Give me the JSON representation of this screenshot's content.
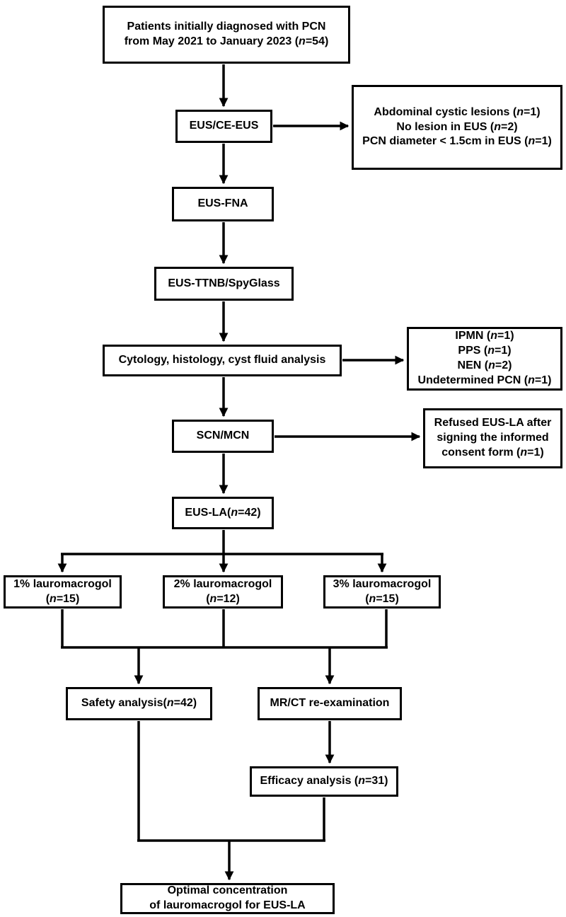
{
  "diagram": {
    "type": "flowchart",
    "colors": {
      "background": "#ffffff",
      "box_fill": "#ffffff",
      "box_border": "#000000",
      "text": "#000000",
      "line": "#000000"
    },
    "nodes": {
      "patients": {
        "lines": [
          "Patients initially diagnosed with PCN",
          "from May 2021 to January 2023 (n=54)"
        ]
      },
      "eus_ce_eus": {
        "lines": [
          "EUS/CE-EUS"
        ]
      },
      "excluded_eus": {
        "lines": [
          "Abdominal cystic lesions (n=1)",
          "No lesion in EUS (n=2)",
          "PCN diameter < 1.5cm in EUS (n=1)"
        ]
      },
      "eus_fna": {
        "lines": [
          "EUS-FNA"
        ]
      },
      "eus_ttnb": {
        "lines": [
          "EUS-TTNB/SpyGlass"
        ]
      },
      "cytology": {
        "lines": [
          "Cytology, histology, cyst fluid analysis"
        ]
      },
      "excluded_diagnosis": {
        "lines": [
          "IPMN (n=1)",
          "PPS (n=1)",
          "NEN (n=2)",
          "Undetermined PCN (n=1)"
        ]
      },
      "scn_mcn": {
        "lines": [
          "SCN/MCN"
        ]
      },
      "refused": {
        "lines": [
          "Refused EUS-LA after",
          "signing the informed",
          "consent form (n=1)"
        ]
      },
      "eus_la": {
        "lines": [
          "EUS-LA(n=42)"
        ]
      },
      "lauro_1pct": {
        "lines": [
          "1% lauromacrogol",
          "(n=15)"
        ]
      },
      "lauro_2pct": {
        "lines": [
          "2% lauromacrogol",
          "(n=12)"
        ]
      },
      "lauro_3pct": {
        "lines": [
          "3% lauromacrogol",
          "(n=15)"
        ]
      },
      "safety": {
        "lines": [
          "Safety analysis(n=42)"
        ]
      },
      "mrct": {
        "lines": [
          "MR/CT re-examination"
        ]
      },
      "efficacy": {
        "lines": [
          "Efficacy analysis (n=31)"
        ]
      },
      "optimal": {
        "lines": [
          "Optimal concentration",
          "of lauromacrogol for EUS-LA"
        ]
      }
    }
  }
}
